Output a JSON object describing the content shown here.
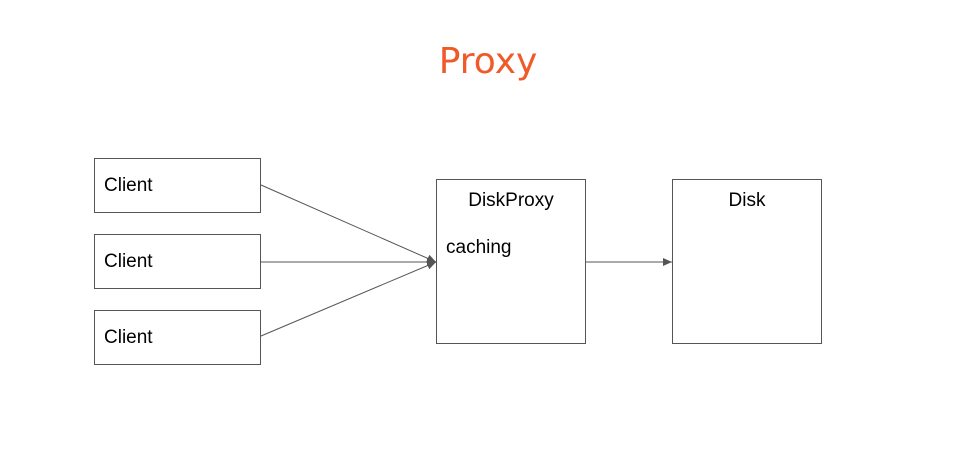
{
  "title": "Proxy",
  "colors": {
    "title": "#f05a28",
    "line": "#555555"
  },
  "clients": [
    {
      "label": "Client"
    },
    {
      "label": "Client"
    },
    {
      "label": "Client"
    }
  ],
  "proxy": {
    "label": "DiskProxy",
    "note": "caching"
  },
  "disk": {
    "label": "Disk"
  }
}
